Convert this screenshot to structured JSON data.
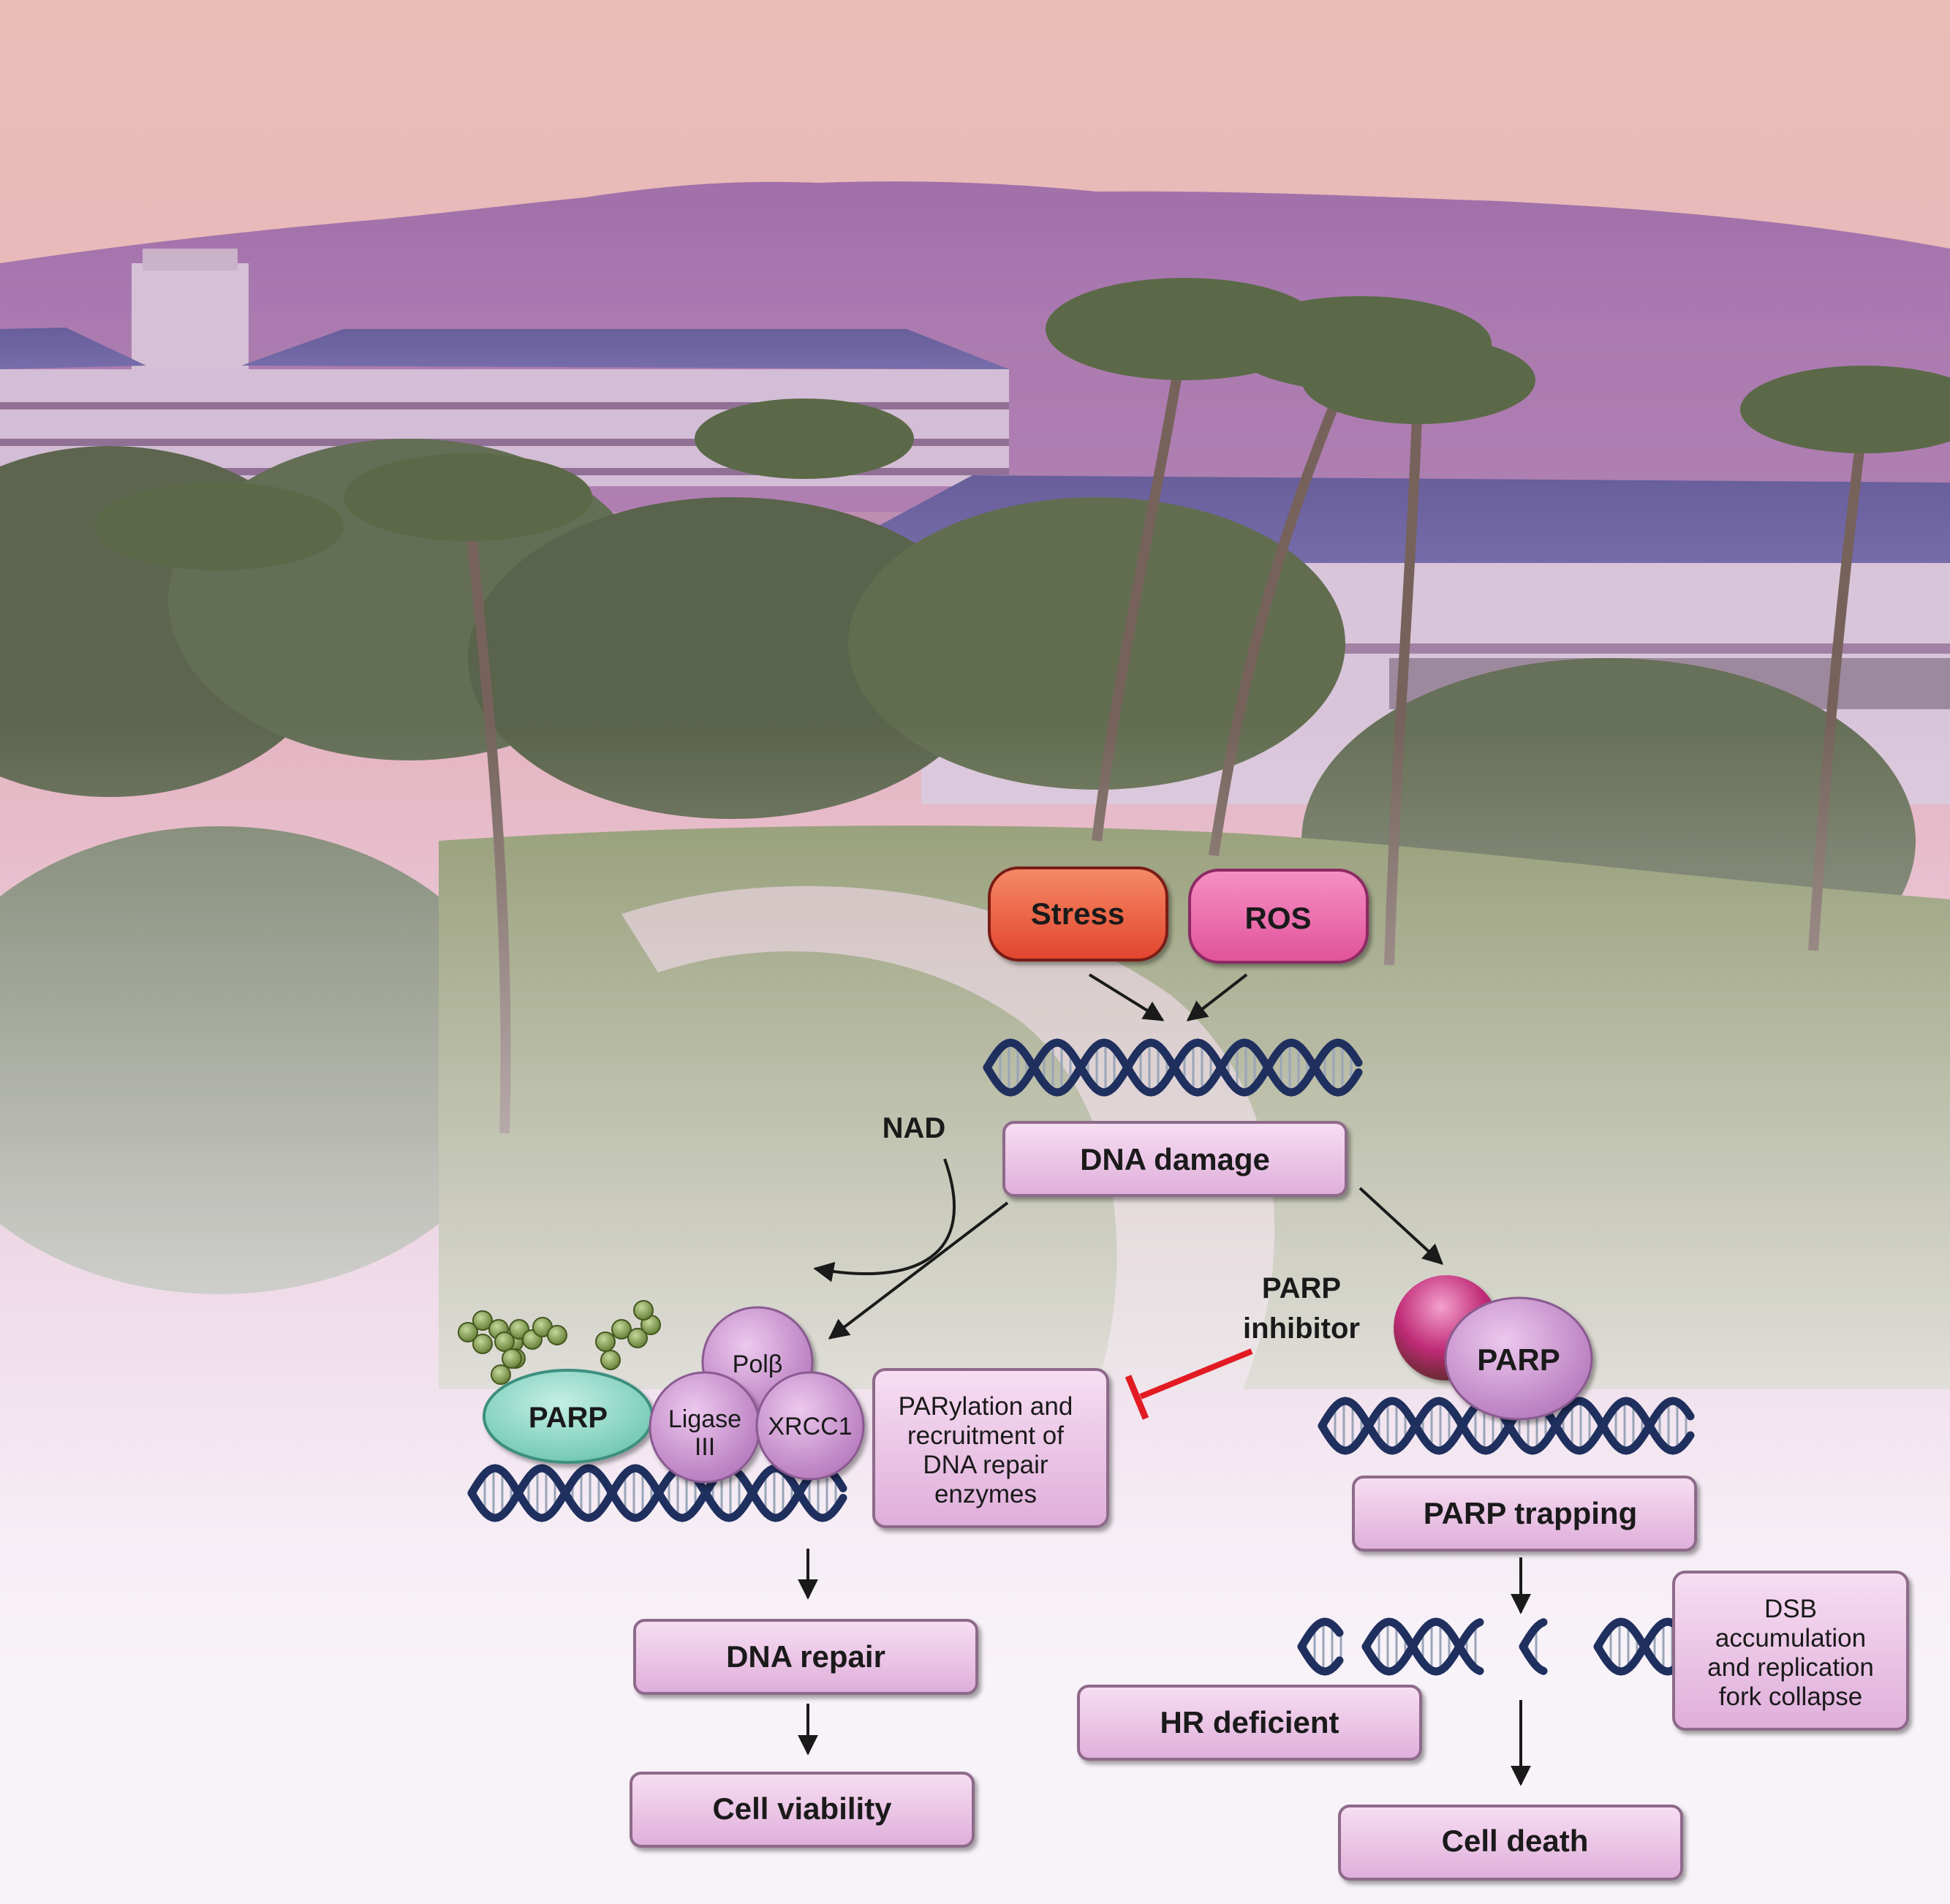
{
  "colors": {
    "box_fill": "#ecc2e6",
    "box_border": "#8e6a8a",
    "stress_fill": "#ee5a3e",
    "ros_fill": "#e7589f",
    "dna_strand": "#1f2f5e",
    "dna_rung": "#9aa5b8",
    "parp_teal": "#86d6c4",
    "enzyme_purple": "#c48bc9",
    "par_chain_green": "#6f8a3e",
    "inhibitor_red": "#e21a22",
    "arrow": "#1a1a1a"
  },
  "boxes": {
    "stress": "Stress",
    "ros": "ROS",
    "dna_damage": "DNA damage",
    "parylation_lines": [
      "PARylation and",
      "recruitment of",
      "DNA repair",
      "enzymes"
    ],
    "dna_repair": "DNA repair",
    "cell_viability": "Cell viability",
    "parp_trapping": "PARP trapping",
    "dsb_lines": [
      "DSB",
      "accumulation",
      "and replication",
      "fork collapse"
    ],
    "hr_deficient": "HR deficient",
    "cell_death": "Cell death"
  },
  "labels": {
    "nad": "NAD",
    "parp_inhibitor_lines": [
      "PARP",
      "inhibitor"
    ],
    "parp_left": "PARP",
    "parp_right": "PARP",
    "pol_beta": "Polβ",
    "ligase_lines": [
      "Ligase",
      "III"
    ],
    "xrcc1": "XRCC1"
  }
}
